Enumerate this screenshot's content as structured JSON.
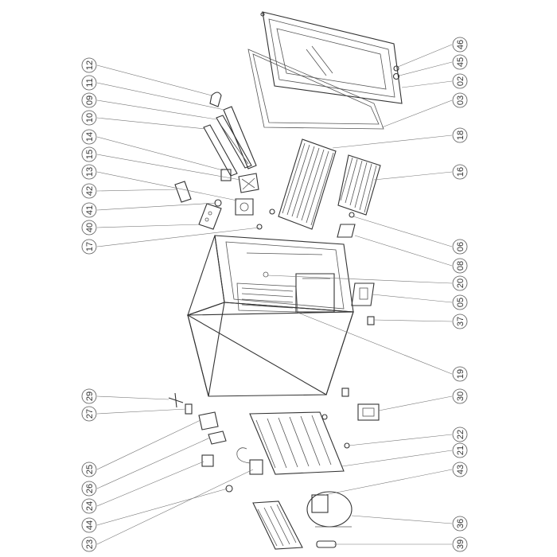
{
  "callouts": {
    "c12": "12",
    "c11": "11",
    "c09": "09",
    "c10": "10",
    "c14": "14",
    "c15": "15",
    "c13": "13",
    "c42": "42",
    "c41": "41",
    "c40": "40",
    "c17": "17",
    "c46": "46",
    "c45": "45",
    "c02": "02",
    "c03": "03",
    "c18": "18",
    "c16": "16",
    "c06": "06",
    "c08": "08",
    "c20": "20",
    "c05": "05",
    "c37": "37",
    "c19": "19",
    "c30": "30",
    "c22": "22",
    "c21": "21",
    "c43": "43",
    "c36": "36",
    "c39": "39",
    "c29": "29",
    "c27": "27",
    "c25": "25",
    "c26": "26",
    "c24": "24",
    "c44": "44",
    "c23": "23"
  },
  "colors": {
    "stroke": "#333333",
    "leader": "#777777",
    "background": "#ffffff"
  }
}
